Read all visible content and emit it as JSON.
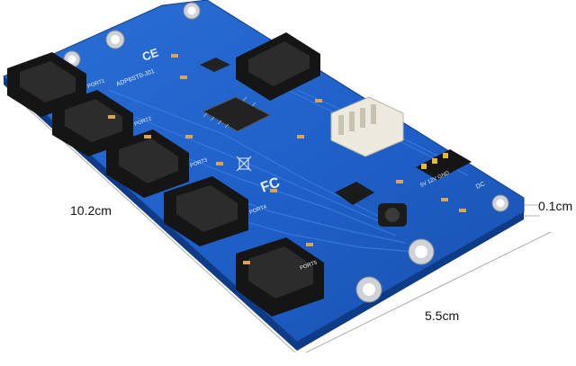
{
  "dimensions": {
    "length": "10.2cm",
    "width": "5.5cm",
    "thickness": "0.1cm"
  },
  "board_markings": {
    "model": "ADP6ST0-J01",
    "ce_mark": "CE",
    "fc_mark": "FC",
    "power_header": "5V 12V GND",
    "ports": [
      "PORT1",
      "PORT2",
      "PORT3",
      "PORT4",
      "PORT5"
    ],
    "dc_label": "DC"
  },
  "colors": {
    "pcb": "#1f5fc8",
    "pcb_edge": "#0f3a86",
    "connector": "#151515",
    "chip": "#222222",
    "molex": "#ece9df",
    "background": "#ffffff"
  }
}
